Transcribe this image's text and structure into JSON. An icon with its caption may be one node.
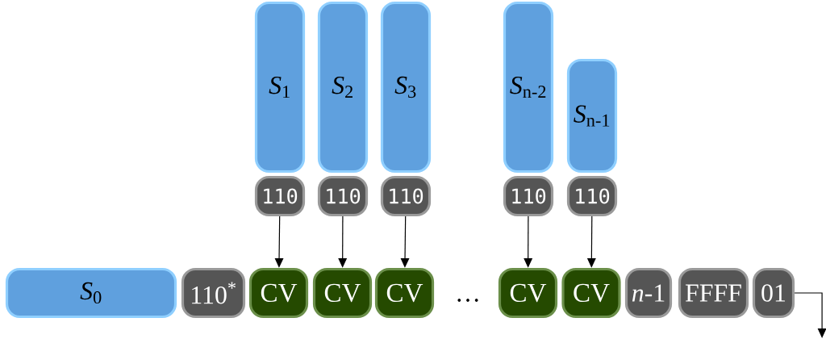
{
  "diagram": {
    "nodes": [
      {
        "text": [
          "*S*$_{1}$"
        ]
      },
      {
        "text": [
          "*S*$_{2}$"
        ]
      },
      {
        "text": [
          "*S*$_{3}$"
        ]
      },
      {
        "text": [
          "*S*$_{n-2}$"
        ]
      },
      {
        "text": [
          "*S*$_{n-1}$"
        ]
      },
      {
        "text": [
          "110"
        ]
      },
      {
        "text": [
          "110"
        ]
      },
      {
        "text": [
          "110"
        ]
      },
      {
        "text": [
          "110"
        ]
      },
      {
        "text": [
          "110"
        ]
      },
      {
        "text": [
          "*S*$_{0}$"
        ]
      },
      {
        "text": [
          "110$^{*}$"
        ]
      },
      {
        "text": [
          "CV"
        ]
      },
      {
        "text": [
          "CV"
        ]
      },
      {
        "text": [
          "CV"
        ]
      },
      {
        "text": [
          "CV"
        ]
      },
      {
        "text": [
          "CV"
        ]
      },
      {
        "text": [
          "*n*-1"
        ]
      },
      {
        "text": [
          "FFFF"
        ]
      },
      {
        "text": [
          "01"
        ]
      }
    ],
    "edges": [
      {
        "from": 5,
        "to": 12,
        "arrow": "to"
      },
      {
        "from": 6,
        "to": 13,
        "arrow": "to"
      },
      {
        "from": 7,
        "to": 14,
        "arrow": "to"
      },
      {
        "from": 8,
        "to": 15,
        "arrow": "to"
      },
      {
        "from": 9,
        "to": 16,
        "arrow": "to"
      },
      {
        "from": 19,
        "to": null,
        "arrow": "to"
      }
    ],
    "labels": [
      "…"
    ]
  }
}
